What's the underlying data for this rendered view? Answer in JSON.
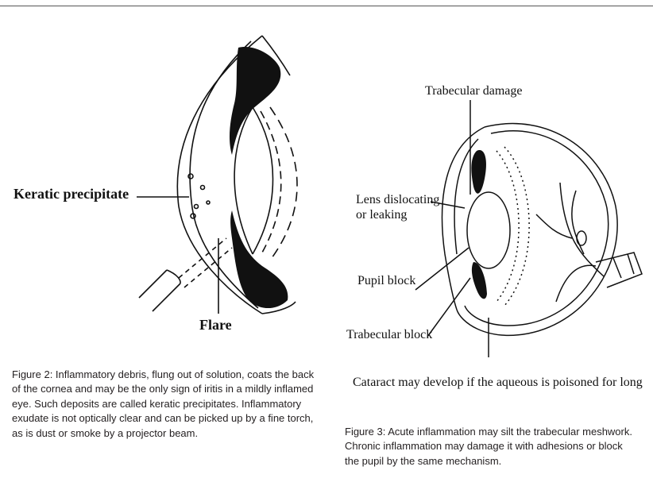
{
  "figure2": {
    "labels": {
      "keratic_precipitate": "Keratic precipitate",
      "flare": "Flare"
    },
    "caption": "Figure 2: Inflammatory debris, flung out of solution, coats the back of the cornea and may be the only sign of iritis in a mildly inflamed eye. Such deposits are called keratic precipitates. Inflammatory exudate is not optically clear and can be picked up by a fine torch, as is dust or smoke by a projector beam."
  },
  "figure3": {
    "labels": {
      "trabecular_damage": "Trabecular damage",
      "lens_line1": "Lens dislocating",
      "lens_line2": "or leaking",
      "pupil_block": "Pupil block",
      "trabecular_block": "Trabecular block",
      "cataract": "Cataract may develop if the aqueous is poisoned for long"
    },
    "caption": "Figure 3: Acute inflammation may silt the trabecular meshwork. Chronic inflammation may damage it with adhesions or block the pupil by the same mechanism."
  }
}
